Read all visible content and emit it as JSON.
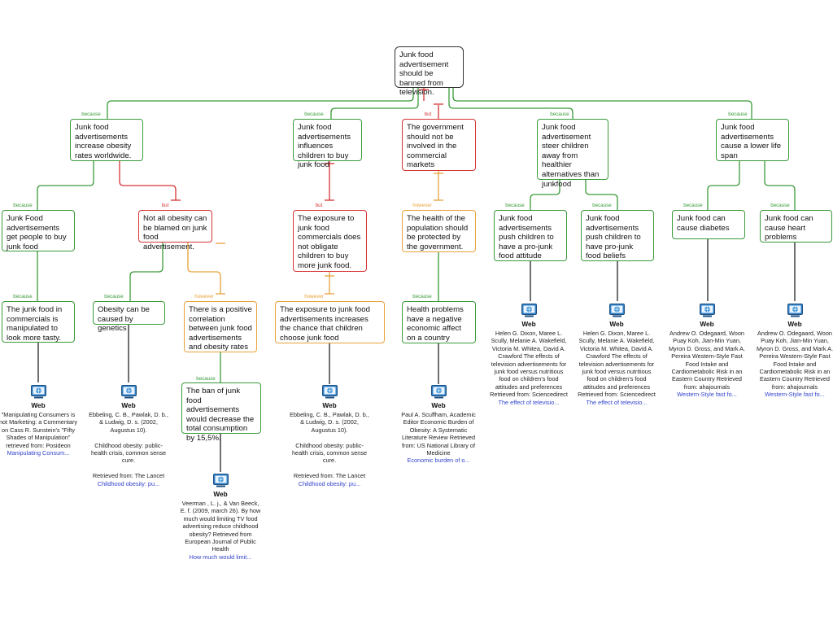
{
  "colors": {
    "support": "#3a9b3a",
    "objection": "#d63434",
    "rebuttal": "#e8a23a",
    "root": "#333333",
    "link": "#3344cc"
  },
  "nodes": {
    "root": "Junk food advertisement should be banned from television.",
    "r1": "Junk food advertisements increase obesity rates worldwide.",
    "r1a": "Junk Food advertisements get people to buy junk food",
    "r1a1": "The junk food in commercials is manipulated to look more tasty.",
    "r1b": "Not all obesity can be blamed on junk food advertisement.",
    "r1b1": "Obesity can be caused by genetics",
    "r1b2": "There is a positive correlation between junk food advertisements and obesity rates",
    "r1b2a": "The ban of junk food advertisements would decrease the total consumption by 15,5%.",
    "r2": "Junk food advertisements influences children to buy junk food",
    "r2a": "The exposure to junk food commercials does not obligate children to buy more junk food.",
    "r2a1": "The exposure to junk food advertisements increases the chance that children choose junk food",
    "r3": "The government should not be involved in the commercial markets",
    "r3a": "The health of the population should be protected by the government.",
    "r3a1": "Health problems have a negative economic affect on a country",
    "r4": "Junk food advertisement steer children away from healthier alternatives than junkfood",
    "r4a": "Junk food advertisements push children to have a pro-junk food attitude",
    "r4b": "Junk food advertisements push children to have pro-junk food beliefs",
    "r5": "Junk food advertisements cause a lower life span",
    "r5a": "Junk food can cause diabetes",
    "r5b": "Junk food can cause heart problems"
  },
  "relations": {
    "because": "because",
    "but": "but",
    "however": "however"
  },
  "sources": {
    "web_label": "Web",
    "s1": {
      "text": "\"Manipulating Consumers is not Marketing: a Commentary on Cass R. Sunstein's \"Fifty Shades of Manipulation\" retrieved from: Posideon",
      "link": "Manipulating Consum..."
    },
    "s2": {
      "text": "Ebbeling, C. B., Pawlak, D. b., & Ludwig, D. s. (2002, Augustus 10).\n\nChildhood obesity: public-health crisis, common sense cure.\n\nRetrieved from: The Lancet",
      "link": "Childhood obesity: pu..."
    },
    "s3": {
      "text": "Veerman , L. j., & Van Beeck, E. f. (2009, march 26). By how much would limiting TV food advertising reduce childhood obesity? Retrieved from European Journal of Public Health",
      "link": "How much would limit..."
    },
    "s4": {
      "text": "Ebbeling, C. B., Pawlak, D. b., & Ludwig, D. s. (2002, Augustus 10).\n\nChildhood obesity: public-health crisis, common sense cure.\n\nRetrieved from: The Lancet",
      "link": "Childhood obesity: pu..."
    },
    "s5": {
      "text": "Paul A. Scuffham, Academic Editor Economic Burden of Obesity: A Systematic Literature Review Retrieved from: US National Library of Medicine",
      "link": "Economic burden of o..."
    },
    "s6": {
      "text": "Helen G. Dixon, Maree L. Scully, Melanie A. Wakefield, Victoria M. Whitea, David A. Crawford The effects of television advertisements for junk food versus nutritious food on children's food attitudes and preferences Retrieved from: Sciencedirect",
      "link": "The effect of televisio..."
    },
    "s7": {
      "text": "Helen G. Dixon, Maree L. Scully, Melanie A. Wakefield, Victoria M. Whitea, David A. Crawford The effects of television advertisements for junk food versus nutritious food on children's food attitudes and preferences Retrieved from: Sciencedirect",
      "link": "The effect of televisio..."
    },
    "s8": {
      "text": "Andrew O. Odegaard, Woon Puay Koh, Jian-Min Yuan, Myron D. Gross, and Mark A. Pereira Western-Style Fast Food Intake and Cardiometabolic Risk in an Eastern Country Retrieved from: ahajournals",
      "link": "Western-Style fast fo..."
    },
    "s9": {
      "text": "Andrew O. Odegaard, Woon Puay Koh, Jian-Min Yuan, Myron D. Gross, and Mark A. Pereira Western-Style Fast Food Intake and Cardiometabolic Risk in an Eastern Country Retrieved from: ahajournals",
      "link": "Western-Style fast fo..."
    }
  }
}
